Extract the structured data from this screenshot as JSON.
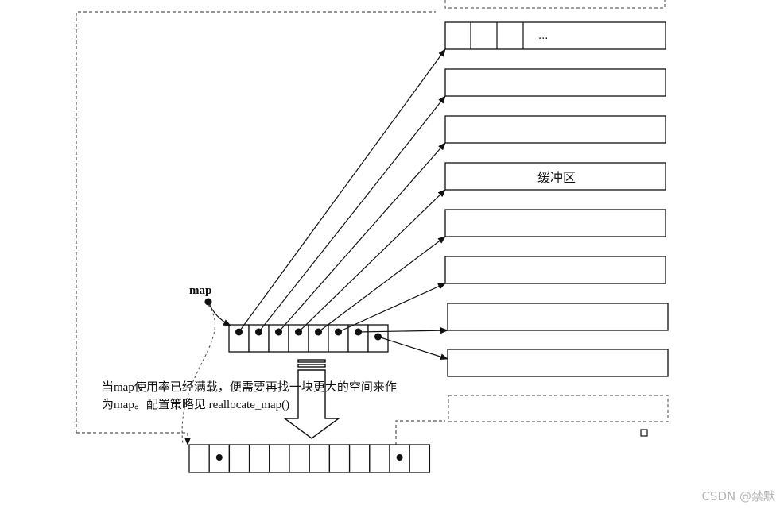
{
  "labels": {
    "map": "map",
    "buffer": "缓冲区",
    "ellipsis": "...",
    "caption_line1": "当map使用率已经满载，便需要再找一块更大的空间来作",
    "caption_line2": "为map。配置策略见 reallocate_map()"
  },
  "watermark": "CSDN @禁默",
  "colors": {
    "ink": "#111111",
    "dashed": "#555555",
    "watermark": "#b4b4b4"
  }
}
